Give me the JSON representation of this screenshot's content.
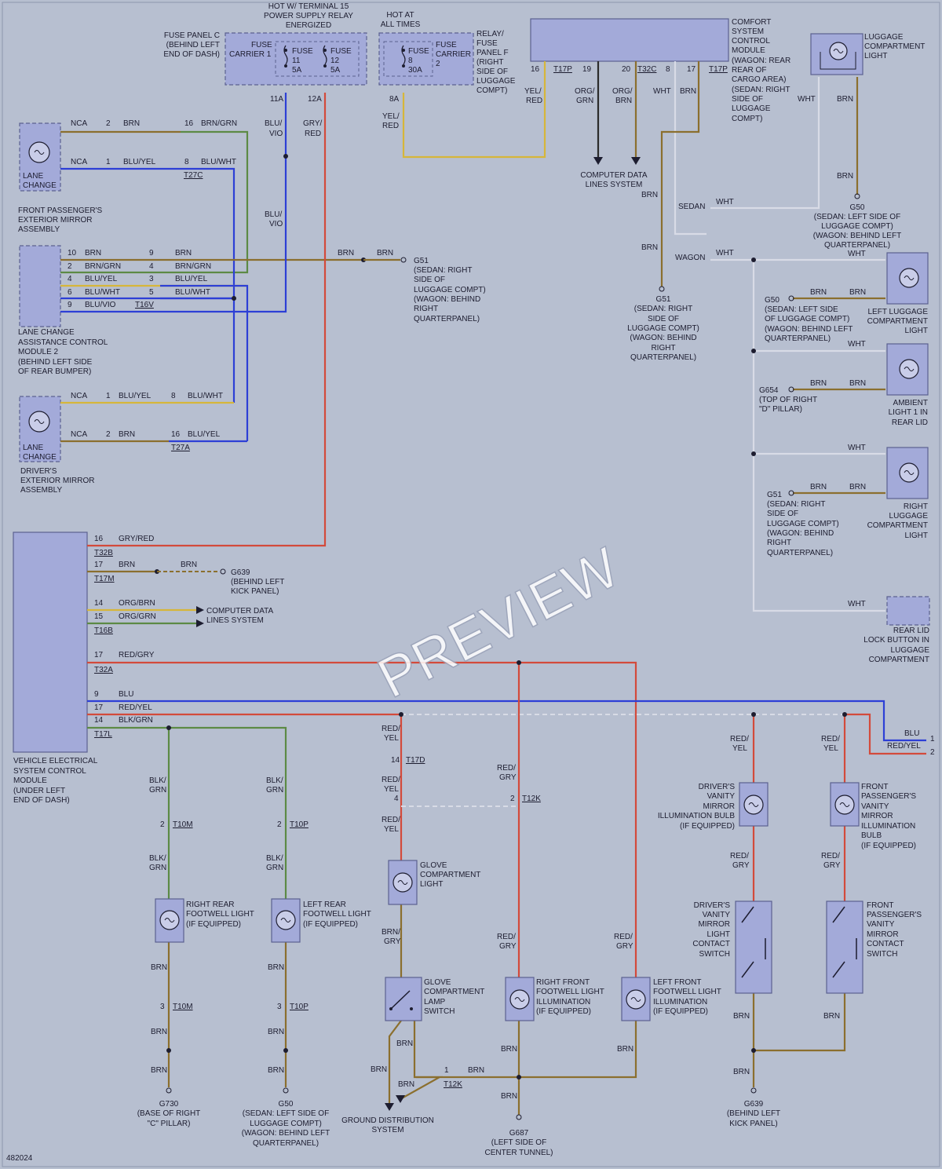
{
  "diagram_id": "482024",
  "watermark": "PREVIEW",
  "colors": {
    "background": "#b7bfd0",
    "component_fill": "#a3aad9",
    "wire_brn": "#8b6f2e",
    "wire_blu": "#2d3fd6",
    "wire_red": "#d34a3b",
    "wire_grn": "#5c8a45",
    "wire_yel": "#d6b63a",
    "wire_wht": "#d8dbe6"
  },
  "top": {
    "hot_terminal15": [
      "HOT W/ TERMINAL 15",
      "POWER SUPPLY RELAY",
      "ENERGIZED"
    ],
    "hot_all_times": [
      "HOT AT",
      "ALL TIMES"
    ],
    "fuse_panel_c": [
      "FUSE PANEL C",
      "(BEHIND LEFT",
      "END OF DASH)"
    ],
    "fuse_carrier_1": [
      "FUSE",
      "CARRIER 1"
    ],
    "fuse11": [
      "FUSE",
      "11",
      "5A"
    ],
    "fuse12": [
      "FUSE",
      "12",
      "5A"
    ],
    "fuse8": [
      "FUSE",
      "8",
      "30A"
    ],
    "fuse_carrier_2": [
      "FUSE",
      "CARRIER",
      "2"
    ],
    "relay_panel_f": [
      "RELAY/",
      "FUSE",
      "PANEL F",
      "(RIGHT",
      "SIDE OF",
      "LUGGAGE",
      "COMPT)"
    ],
    "pin11a": "11A",
    "pin12a": "12A",
    "pin8a": "8A",
    "w_blu_vio": [
      "BLU/",
      "VIO"
    ],
    "w_gry_red": [
      "GRY/",
      "RED"
    ],
    "w_yel_red": [
      "YEL/",
      "RED"
    ],
    "comfort_module": [
      "COMFORT",
      "SYSTEM",
      "CONTROL",
      "MODULE",
      "(WAGON: REAR",
      "REAR OF",
      "CARGO AREA)",
      "(SEDAN: RIGHT",
      "SIDE OF",
      "LUGGAGE",
      "COMPT)"
    ],
    "comfort_pins": [
      "16",
      "T17P",
      "19",
      "20",
      "T32C",
      "8",
      "17",
      "T17P"
    ],
    "comfort_wires": [
      "YEL/",
      "RED",
      "ORG/",
      "GRN",
      "ORG/",
      "BRN",
      "WHT",
      "BRN"
    ],
    "computer_data": [
      "COMPUTER DATA",
      "LINES SYSTEM"
    ],
    "luggage_light": [
      "LUGGAGE",
      "COMPARTMENT",
      "LIGHT"
    ]
  },
  "left": {
    "front_mirror": [
      "FRONT PASSENGER'S",
      "EXTERIOR MIRROR",
      "ASSEMBLY"
    ],
    "lane_change": [
      "LANE",
      "CHANGE"
    ],
    "nca": "NCA",
    "front_mirror_wires": [
      {
        "pin": "2",
        "color": "BRN",
        "pin2": "16",
        "color2": "BRN/GRN"
      },
      {
        "pin": "1",
        "color": "BLU/YEL",
        "pin2": "8",
        "color2": "BLU/WHT"
      }
    ],
    "t27c": "T27C",
    "lca_module": [
      "LANE CHANGE",
      "ASSISTANCE CONTROL",
      "MODULE 2",
      "(BEHIND LEFT SIDE",
      "OF REAR BUMPER)"
    ],
    "lca_wires": [
      {
        "pin": "10",
        "color": "BRN",
        "pin2": "9",
        "color2": "BRN"
      },
      {
        "pin": "2",
        "color": "BRN/GRN",
        "pin2": "4",
        "color2": "BRN/GRN"
      },
      {
        "pin": "4",
        "color": "BLU/YEL",
        "pin2": "3",
        "color2": "BLU/YEL"
      },
      {
        "pin": "6",
        "color": "BLU/WHT",
        "pin2": "5",
        "color2": "BLU/WHT"
      },
      {
        "pin": "9",
        "color": "BLU/VIO",
        "pin2": "",
        "color2": ""
      }
    ],
    "t16v": "T16V",
    "driver_mirror": [
      "DRIVER'S",
      "EXTERIOR MIRROR",
      "ASSEMBLY"
    ],
    "driver_mirror_wires": [
      {
        "pin": "1",
        "color": "BLU/YEL",
        "pin2": "8",
        "color2": "BLU/WHT"
      },
      {
        "pin": "2",
        "color": "BRN",
        "pin2": "16",
        "color2": "BLU/YEL"
      }
    ],
    "t27a": "T27A",
    "g51": [
      "G51",
      "(SEDAN: RIGHT",
      "SIDE OF",
      "LUGGAGE COMPT)",
      "(WAGON: BEHIND",
      "RIGHT",
      "QUARTERPANEL)"
    ],
    "brn": "BRN"
  },
  "middle": {
    "brn": "BRN",
    "sedan": "SEDAN",
    "wagon": "WAGON",
    "wht": "WHT",
    "g51": [
      "G51",
      "(SEDAN: RIGHT",
      "SIDE OF",
      "LUGGAGE COMPT)",
      "(WAGON: BEHIND",
      "RIGHT",
      "QUARTERPANEL)"
    ]
  },
  "right": {
    "g50": [
      "G50",
      "(SEDAN: LEFT SIDE OF",
      "LUGGAGE COMPT)",
      "(WAGON: BEHIND LEFT",
      "QUARTERPANEL)"
    ],
    "left_luggage": [
      "LEFT LUGGAGE",
      "COMPARTMENT",
      "LIGHT"
    ],
    "g50b": [
      "G50",
      "(SEDAN: LEFT SIDE",
      "OF LUGGAGE COMPT)",
      "(WAGON: BEHIND LEFT",
      "QUARTERPANEL)"
    ],
    "ambient": [
      "AMBIENT",
      "LIGHT 1 IN",
      "REAR LID"
    ],
    "g654": [
      "G654",
      "(TOP OF RIGHT",
      "\"D\" PILLAR)"
    ],
    "right_luggage": [
      "RIGHT",
      "LUGGAGE",
      "COMPARTMENT",
      "LIGHT"
    ],
    "g51": [
      "G51",
      "(SEDAN: RIGHT",
      "SIDE OF",
      "LUGGAGE COMPT)",
      "(WAGON: BEHIND",
      "RIGHT",
      "QUARTERPANEL)"
    ],
    "rear_lid": [
      "REAR LID",
      "LOCK BUTTON IN",
      "LUGGAGE",
      "COMPARTMENT"
    ],
    "wht": "WHT",
    "brn": "BRN"
  },
  "vesc": {
    "label": [
      "VEHICLE ELECTRICAL",
      "SYSTEM CONTROL",
      "MODULE",
      "(UNDER LEFT",
      "END OF DASH)"
    ],
    "pins": [
      {
        "pin": "16",
        "color": "GRY/RED",
        "conn": "T32B"
      },
      {
        "pin": "17",
        "color": "BRN",
        "conn": "T17M"
      },
      {
        "pin": "14",
        "color": "ORG/BRN",
        "conn": ""
      },
      {
        "pin": "15",
        "color": "ORG/GRN",
        "conn": "T16B"
      },
      {
        "pin": "17",
        "color": "RED/GRY",
        "conn": "T32A"
      },
      {
        "pin": "9",
        "color": "BLU",
        "conn": ""
      },
      {
        "pin": "17",
        "color": "RED/YEL",
        "conn": ""
      },
      {
        "pin": "14",
        "color": "BLK/GRN",
        "conn": "T17L"
      }
    ],
    "g639": [
      "G639",
      "(BEHIND LEFT",
      "KICK PANEL)"
    ],
    "computer_data": [
      "COMPUTER DATA",
      "LINES SYSTEM"
    ],
    "offpage": [
      "BLU",
      "RED/YEL",
      "1",
      "2"
    ]
  },
  "bottom": {
    "rr_footwell": [
      "RIGHT REAR",
      "FOOTWELL LIGHT",
      "(IF EQUIPPED)"
    ],
    "lr_footwell": [
      "LEFT REAR",
      "FOOTWELL LIGHT",
      "(IF EQUIPPED)"
    ],
    "glove_light": [
      "GLOVE",
      "COMPARTMENT",
      "LIGHT"
    ],
    "glove_switch": [
      "GLOVE",
      "COMPARTMENT",
      "LAMP",
      "SWITCH"
    ],
    "rf_footwell": [
      "RIGHT FRONT",
      "FOOTWELL LIGHT",
      "ILLUMINATION",
      "(IF EQUIPPED)"
    ],
    "lf_footwell": [
      "LEFT FRONT",
      "FOOTWELL LIGHT",
      "ILLUMINATION",
      "(IF EQUIPPED)"
    ],
    "drv_vanity_bulb": [
      "DRIVER'S",
      "VANITY",
      "MIRROR",
      "ILLUMINATION BULB",
      "(IF EQUIPPED)"
    ],
    "pass_vanity_bulb": [
      "FRONT",
      "PASSENGER'S",
      "VANITY",
      "MIRROR",
      "ILLUMINATION",
      "BULB",
      "(IF EQUIPPED)"
    ],
    "drv_vanity_switch": [
      "DRIVER'S",
      "VANITY",
      "MIRROR",
      "LIGHT",
      "CONTACT",
      "SWITCH"
    ],
    "pass_vanity_switch": [
      "FRONT",
      "PASSENGER'S",
      "VANITY",
      "MIRROR",
      "CONTACT",
      "SWITCH"
    ],
    "g730": [
      "G730",
      "(BASE OF RIGHT",
      "\"C\" PILLAR)"
    ],
    "g50": [
      "G50",
      "(SEDAN: LEFT SIDE OF",
      "LUGGAGE COMPT)",
      "(WAGON: BEHIND LEFT",
      "QUARTERPANEL)"
    ],
    "ground_dist": [
      "GROUND DISTRIBUTION",
      "SYSTEM"
    ],
    "g687": [
      "G687",
      "(LEFT SIDE OF",
      "CENTER TUNNEL)"
    ],
    "g639": [
      "G639",
      "(BEHIND LEFT",
      "KICK PANEL)"
    ],
    "blk_grn": [
      "BLK/",
      "GRN"
    ],
    "red_yel": [
      "RED/",
      "YEL"
    ],
    "red_gry": [
      "RED/",
      "GRY"
    ],
    "brn_gry": [
      "BRN/",
      "GRY"
    ],
    "brn": "BRN",
    "conns": [
      "T10M",
      "T10P",
      "T17D",
      "T12K",
      "T10M",
      "T10P",
      "T12K"
    ],
    "pins": [
      "1",
      "2",
      "3",
      "4",
      "14"
    ]
  }
}
